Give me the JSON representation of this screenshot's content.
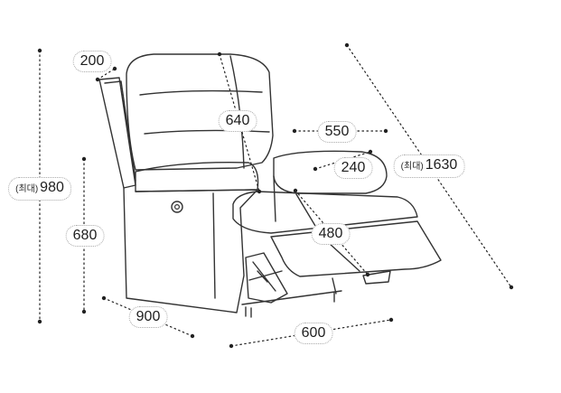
{
  "diagram": {
    "subject": "recliner chair dimension drawing",
    "max_prefix": "(최대)",
    "dimensions": {
      "max_height": "980",
      "arm_height": "680",
      "arm_width": "200",
      "back_height": "640",
      "seat_width": "550",
      "armrest_height": "240",
      "max_length": "1630",
      "footrest_length": "480",
      "depth": "900",
      "width": "600"
    },
    "colors": {
      "line": "#333333",
      "dim_line": "#222222",
      "label_border": "#a8a8a8"
    }
  }
}
